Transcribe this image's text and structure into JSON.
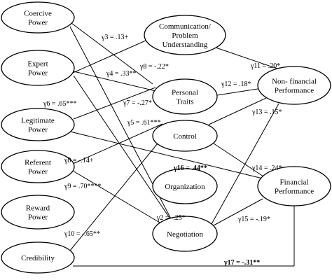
{
  "nodes": {
    "coercive": [
      "Coercive",
      "Power"
    ],
    "expert": [
      "Expert",
      "Power"
    ],
    "legitimate": [
      "Legitimate",
      "Power"
    ],
    "referent": [
      "Referent",
      "Power"
    ],
    "reward": [
      "Reward",
      "Power"
    ],
    "credibility": [
      "Credibility"
    ],
    "communication": [
      "Communication/",
      "Problem",
      "Understanding"
    ],
    "personal_traits": [
      "Personal",
      "Traits"
    ],
    "control": [
      "Control"
    ],
    "organization": [
      "Organization"
    ],
    "negotiation": [
      "Negotiation"
    ],
    "nonfinancial": [
      "Non- financial",
      "Performance"
    ],
    "financial": [
      "Financial",
      "Performance"
    ]
  },
  "coefficients": [
    {
      "id": "g3",
      "text": "γ3 = .13+",
      "bold": false
    },
    {
      "id": "g8",
      "text": "γ8 = -.22*",
      "bold": false
    },
    {
      "id": "g4",
      "text": "γ4 = .33**",
      "bold": false
    },
    {
      "id": "g6",
      "text": "γ6 = .65***",
      "bold": false
    },
    {
      "id": "g7",
      "text": "γ7 = -.27*",
      "bold": false
    },
    {
      "id": "g5",
      "text": "γ5 = .61***",
      "bold": false
    },
    {
      "id": "g11",
      "text": "γ11 = .20*",
      "bold": false
    },
    {
      "id": "g12",
      "text": "γ12 = .18*",
      "bold": false
    },
    {
      "id": "g13",
      "text": "γ13 = .15*",
      "bold": false
    },
    {
      "id": "g8b",
      "text": "γ8 = -.14+",
      "bold": false
    },
    {
      "id": "g16",
      "text": "γ16 = .44**",
      "bold": true
    },
    {
      "id": "g14",
      "text": "γ14 = .24*",
      "bold": false
    },
    {
      "id": "g9",
      "text": "γ9 = .70****",
      "bold": false
    },
    {
      "id": "g2",
      "text": "γ2 = -.25*",
      "bold": false
    },
    {
      "id": "g15",
      "text": "γ15 = -.19*",
      "bold": false
    },
    {
      "id": "g10",
      "text": "γ10 = -.65**",
      "bold": false
    },
    {
      "id": "g17",
      "text": "γ17 = -.31**",
      "bold": true
    }
  ]
}
